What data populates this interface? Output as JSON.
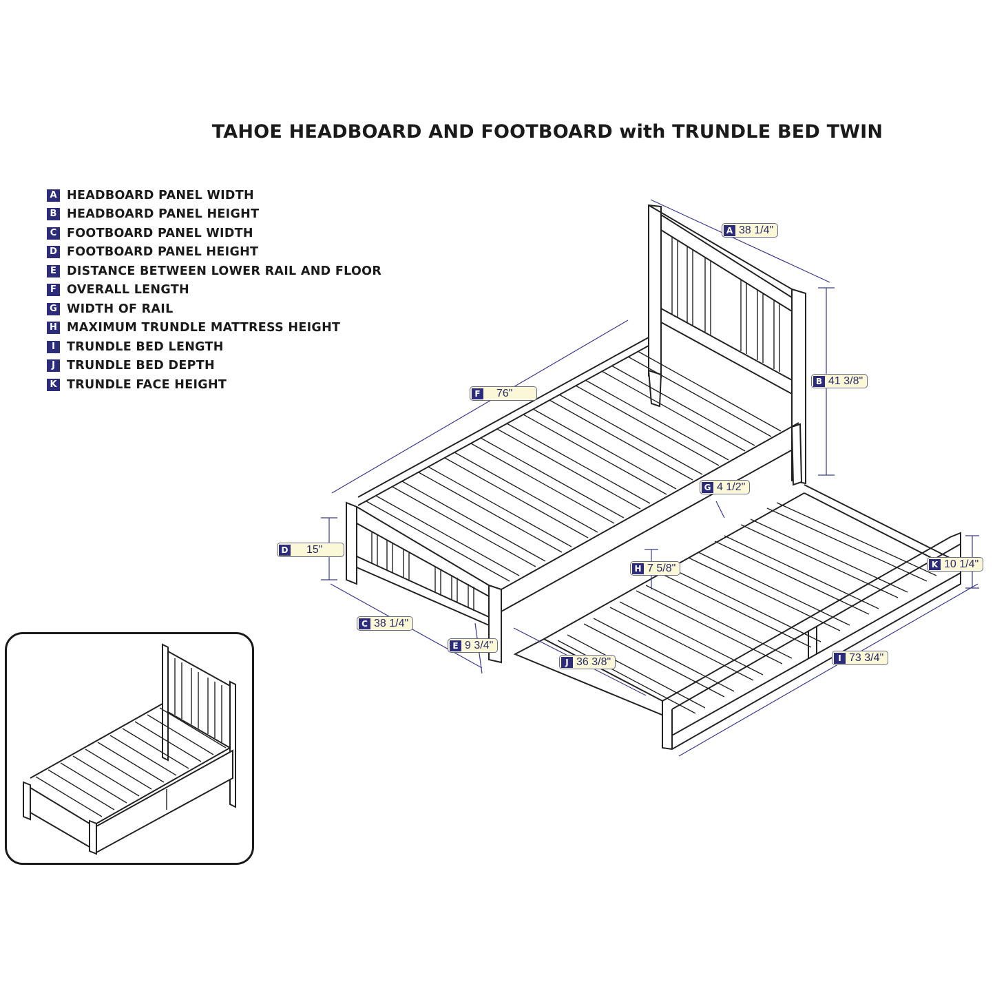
{
  "title": "TAHOE HEADBOARD AND FOOTBOARD with TRUNDLE BED TWIN",
  "legend": [
    {
      "key": "A",
      "text": "HEADBOARD PANEL WIDTH"
    },
    {
      "key": "B",
      "text": "HEADBOARD PANEL HEIGHT"
    },
    {
      "key": "C",
      "text": "FOOTBOARD PANEL WIDTH"
    },
    {
      "key": "D",
      "text": "FOOTBOARD PANEL HEIGHT"
    },
    {
      "key": "E",
      "text": "DISTANCE BETWEEN LOWER RAIL AND FLOOR"
    },
    {
      "key": "F",
      "text": "OVERALL LENGTH"
    },
    {
      "key": "G",
      "text": "WIDTH OF RAIL"
    },
    {
      "key": "H",
      "text": "MAXIMUM TRUNDLE MATTRESS HEIGHT"
    },
    {
      "key": "I",
      "text": "TRUNDLE BED LENGTH"
    },
    {
      "key": "J",
      "text": "TRUNDLE BED DEPTH"
    },
    {
      "key": "K",
      "text": "TRUNDLE FACE HEIGHT"
    }
  ],
  "dimensions": {
    "A": {
      "key": "A",
      "value": "38 1/4\""
    },
    "B": {
      "key": "B",
      "value": "41 3/8\""
    },
    "C": {
      "key": "C",
      "value": "38 1/4\""
    },
    "D": {
      "key": "D",
      "value": "15\""
    },
    "E": {
      "key": "E",
      "value": "9 3/4\""
    },
    "F": {
      "key": "F",
      "value": "76\""
    },
    "G": {
      "key": "G",
      "value": "4 1/2\""
    },
    "H": {
      "key": "H",
      "value": "7 5/8\""
    },
    "I": {
      "key": "I",
      "value": "73 3/4\""
    },
    "J": {
      "key": "J",
      "value": "36 3/8\""
    },
    "K": {
      "key": "K",
      "value": "10 1/4\""
    }
  },
  "colors": {
    "key_badge": "#2c2c7a",
    "tag_fill": "#fbf8d8",
    "line": "#222222",
    "dimension_line": "#39398a"
  }
}
